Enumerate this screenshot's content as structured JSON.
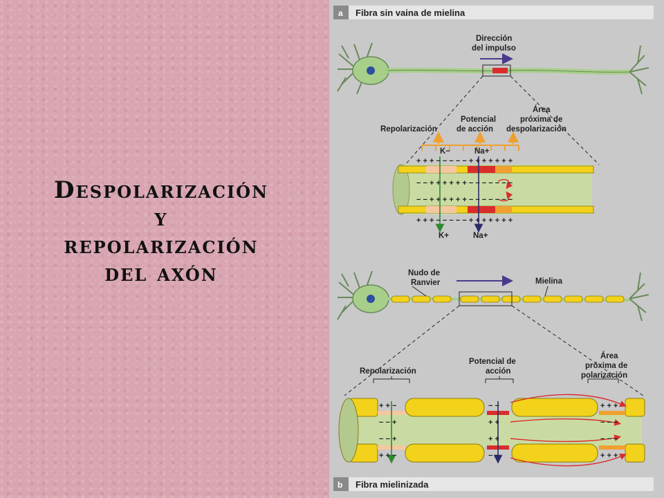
{
  "slide": {
    "title_lines": [
      "Despolarización",
      "y",
      "repolarización",
      "del axón"
    ]
  },
  "figure": {
    "panel_a": {
      "badge": "a",
      "header": "Fibra sin vaina de mielina",
      "direction_label_1": "Dirección",
      "direction_label_2": "del impulso",
      "repolarizacion": "Repolarización",
      "potencial_1": "Potencial",
      "potencial_2": "de acción",
      "area_1": "Área",
      "area_2": "próxima de",
      "area_3": "despolarización",
      "k_minus": "K−",
      "na_plus_top": "Na+",
      "k_plus": "K+",
      "na_plus_bottom": "Na+"
    },
    "panel_b": {
      "badge": "b",
      "header": "Fibra mielinizada",
      "nudo_1": "Nudo de",
      "nudo_2": "Ranvier",
      "mielina": "Mielina",
      "repolarizacion": "Repolarización",
      "potencial_1": "Potencial de",
      "potencial_2": "acción",
      "area_1": "Área",
      "area_2": "próxima de",
      "area_3": "polarización"
    }
  },
  "colors": {
    "background": "#d8a5b1",
    "figure_bg": "#c9c9c9",
    "axon_yellow": "#f2d21a",
    "axoplasm_green": "#c9dba3",
    "action_red": "#d92d2d",
    "arrow_orange": "#f0a030",
    "arrow_purple": "#4b3a8c"
  }
}
